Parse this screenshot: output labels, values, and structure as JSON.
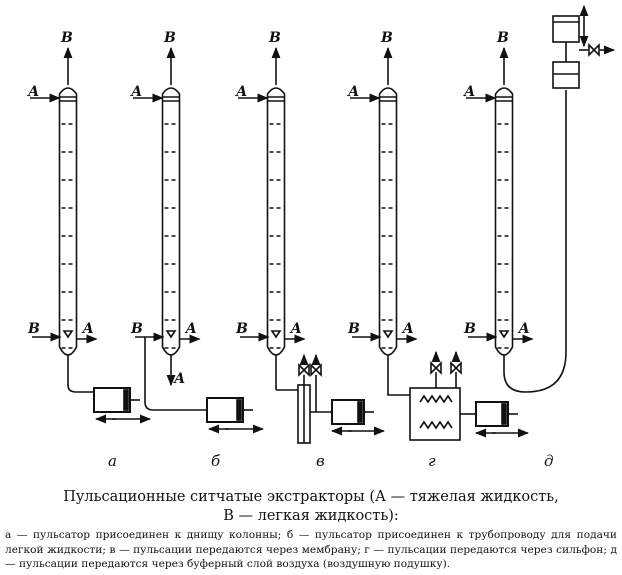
{
  "diagram": {
    "top_label": "В",
    "side_label": "А",
    "panels": [
      {
        "id": "a",
        "letter": "а",
        "bottom_left": "В",
        "bottom_right": "А"
      },
      {
        "id": "b",
        "letter": "б",
        "bottom_left": "В",
        "bottom_right": "А"
      },
      {
        "id": "v",
        "letter": "в",
        "bottom_left": "В",
        "bottom_right": "А"
      },
      {
        "id": "g",
        "letter": "г",
        "bottom_left": "В",
        "bottom_right": "А"
      },
      {
        "id": "d",
        "letter": "д",
        "bottom_left": "В",
        "bottom_right": "А"
      }
    ]
  },
  "caption": {
    "title_line1": "Пульсационные ситчатые экстракторы (А — тяжелая жидкость,",
    "title_line2": "В — легкая жидкость):",
    "note": "а — пульсатор присоединен к днищу колонны; б — пульсатор присоединен к трубопроводу для подачи легкой жидкости; в — пульсации передаются через мембрану; г — пульсации передаются через сильфон; д — пульсации передаются через буферный слой воздуха (воздушную подушку)."
  }
}
